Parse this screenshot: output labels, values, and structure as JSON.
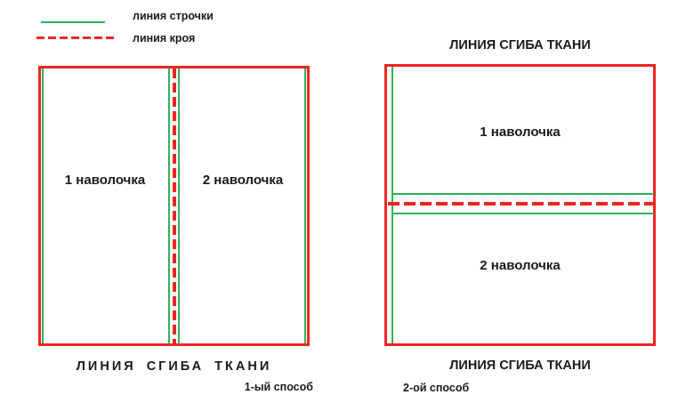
{
  "colors": {
    "stitch_line": "#2fb256",
    "cut_line": "#ee2524",
    "text": "#1a1a1a",
    "background": "#ffffff"
  },
  "legend": {
    "stitch_label": "линия строчки",
    "cut_label": "линия кроя"
  },
  "method1": {
    "pillowcase1_label": "1 наволочка",
    "pillowcase2_label": "2 наволочка",
    "fold_caption": "ЛИНИЯ СГИБА ТКАНИ",
    "method_caption": "1-ый способ"
  },
  "method2": {
    "top_caption": "ЛИНИЯ СГИБА ТКАНИ",
    "pillowcase1_label": "1 наволочка",
    "pillowcase2_label": "2 наволочка",
    "fold_caption": "ЛИНИЯ СГИБА ТКАНИ",
    "method_caption": "2-ой способ"
  }
}
